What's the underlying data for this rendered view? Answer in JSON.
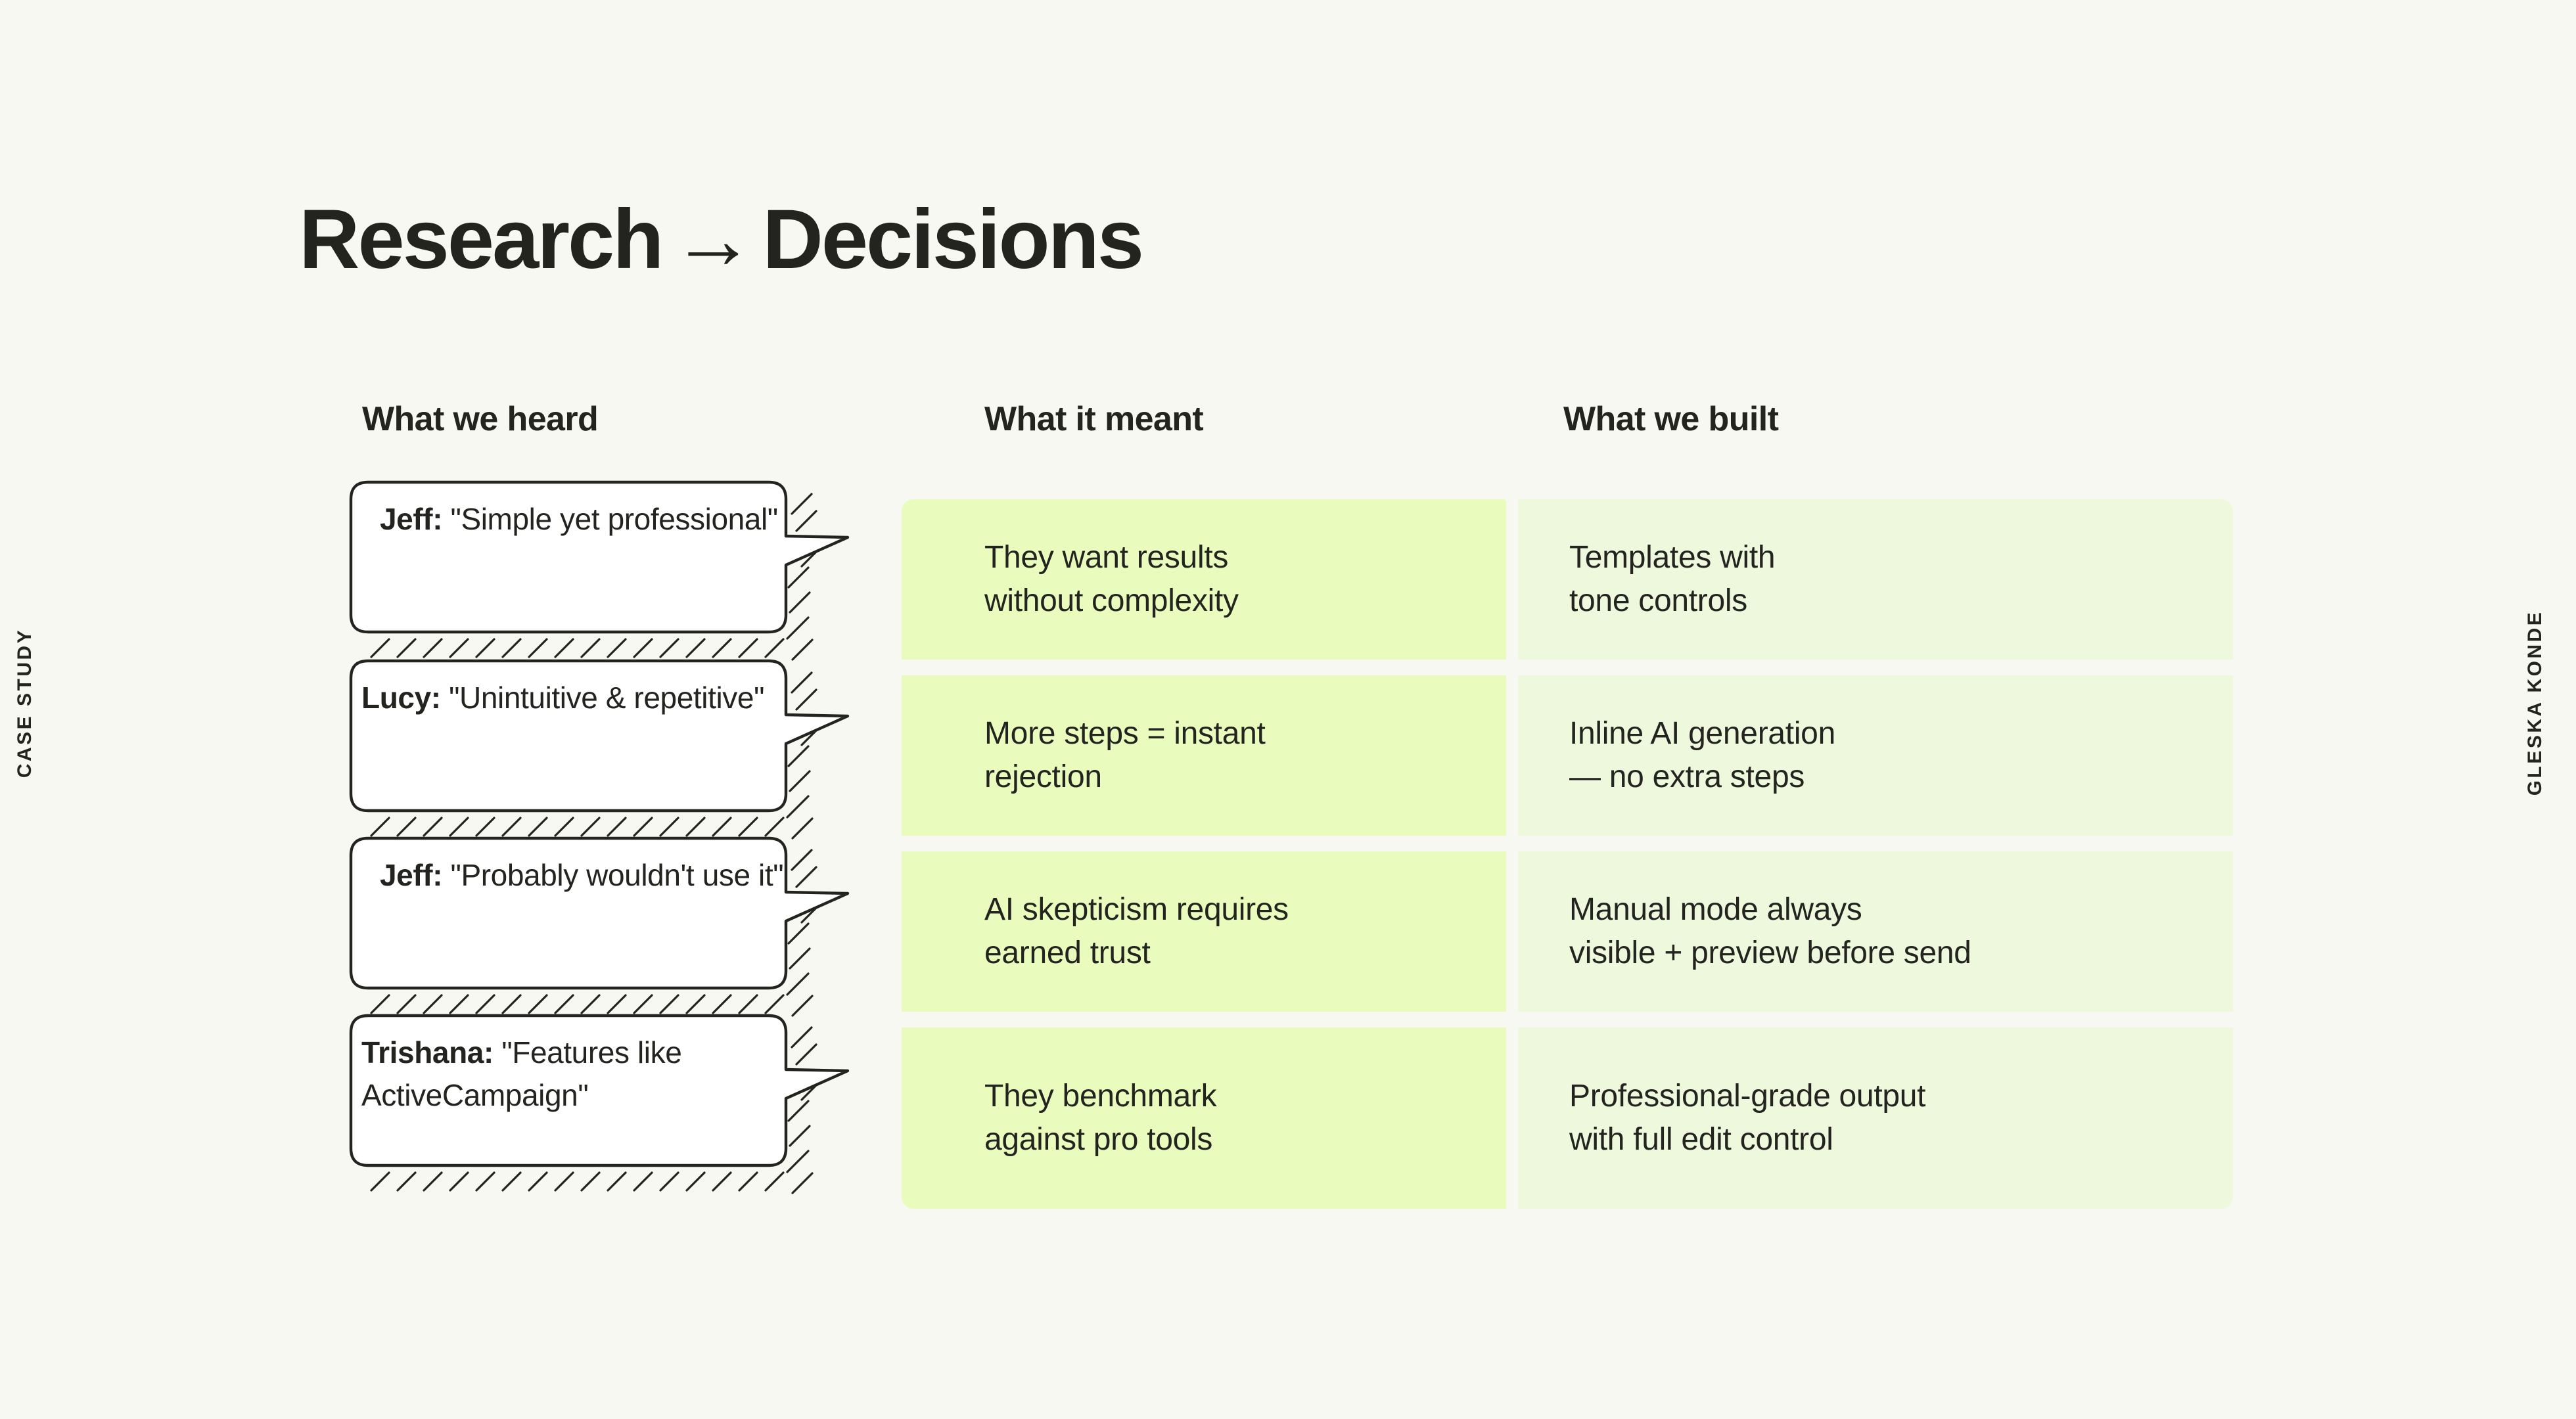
{
  "side_labels": {
    "left": "CASE STUDY",
    "right": "GLESKA KONDE"
  },
  "title": {
    "before": "Research",
    "arrow": "→",
    "after": "Decisions"
  },
  "columns": [
    {
      "header": "What we heard"
    },
    {
      "header": "What it meant"
    },
    {
      "header": "What we built"
    }
  ],
  "rows": [
    {
      "speaker": "Jeff:",
      "quote": "\"Simple yet professional\"",
      "meant": "They want results\nwithout complexity",
      "built": "Templates with\ntone controls"
    },
    {
      "speaker": "Lucy:",
      "quote": "\"Unintuitive & repetitive\"",
      "meant": "More steps = instant\nrejection",
      "built": "Inline AI generation\n— no extra steps"
    },
    {
      "speaker": "Jeff:",
      "quote": "\"Probably wouldn't use it\"",
      "meant": "AI skepticism requires\nearned trust",
      "built": "Manual mode always\nvisible + preview before send"
    },
    {
      "speaker": "Trishana:",
      "quote": "\"Features like ActiveCampaign\"",
      "meant": "They benchmark\nagainst pro tools",
      "built": "Professional-grade output\nwith full edit control"
    }
  ],
  "colors": {
    "background": "#f7f8f1",
    "ink": "#23241f",
    "cell_green_strong": "#e9fcbd",
    "cell_green_light": "#eef8dc",
    "bubble_fill": "#ffffff"
  }
}
